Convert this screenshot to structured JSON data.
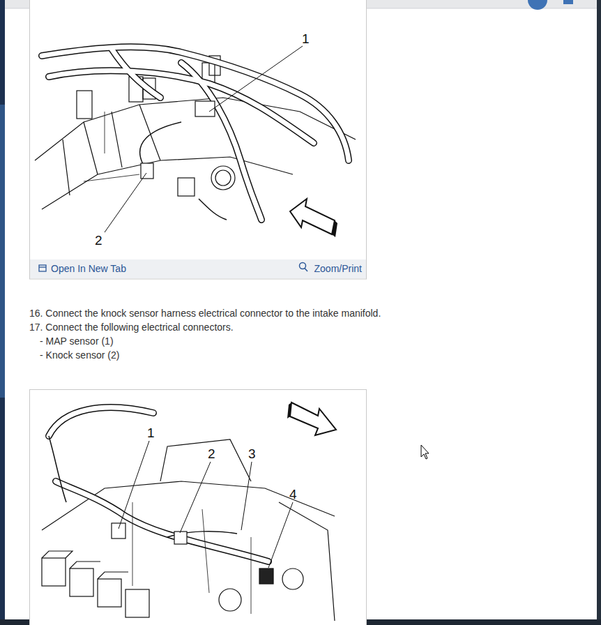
{
  "diagram": {
    "labels": [
      "1",
      "2",
      "Open In New Tab",
      "Zoom/Print",
      "16. Connect the knock sensor harness electrical connector to the intake manifold.",
      "17. Connect the following electrical connectors.",
      "- MAP sensor (1)",
      "- Knock sensor (2)",
      "1",
      "2",
      "3",
      "4"
    ]
  }
}
